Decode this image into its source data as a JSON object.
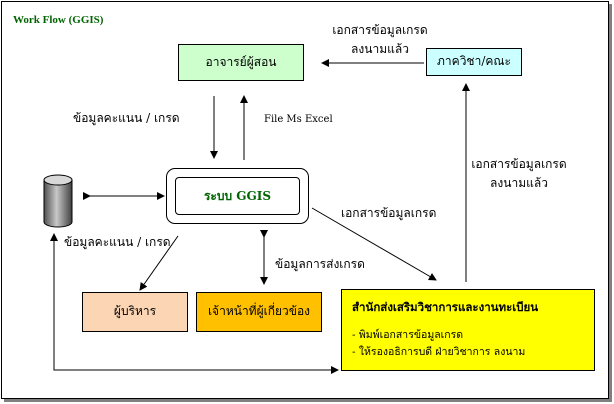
{
  "title": "Work Flow (GGIS)",
  "nodes": {
    "lecturer": {
      "label": "อาจารย์ผู้สอน",
      "color": "#ccffcc"
    },
    "department": {
      "label": "ภาควิชา/คณะ",
      "color": "#ccffff"
    },
    "ggis_system": {
      "label": "ระบบ GGIS",
      "color": "#ffffff"
    },
    "executive": {
      "label": "ผู้บริหาร",
      "color": "#fcd5b4"
    },
    "staff": {
      "label": "เจ้าหน้าที่ผู้เกี่ยวข้อง",
      "color": "#ffc000"
    },
    "registrar": {
      "label": "สำนักส่งเสริมวิชาการและงานทะเบียน",
      "items": [
        "- พิมพ์เอกสารข้อมูลเกรด",
        "- ให้รองอธิการบดี ฝ่ายวิชาการ ลงนาม"
      ],
      "color": "#ffff00"
    },
    "database": {
      "icon": "database-cylinder-icon"
    }
  },
  "edges": {
    "dept_to_lecturer": [
      "เอกสารข้อมูลเกรด",
      "ลงนามแล้ว"
    ],
    "lecturer_to_ggis": "ข้อมูลคะแนน / เกรด",
    "ggis_to_lecturer": "File Ms Excel",
    "ggis_to_registrar": "เอกสารข้อมูลเกรด",
    "registrar_to_dept": [
      "เอกสารข้อมูลเกรด",
      "ลงนามแล้ว"
    ],
    "ggis_staff": "ข้อมูลการส่งเกรด",
    "db_ggis": "ข้อมูลคะแนน / เกรด"
  }
}
